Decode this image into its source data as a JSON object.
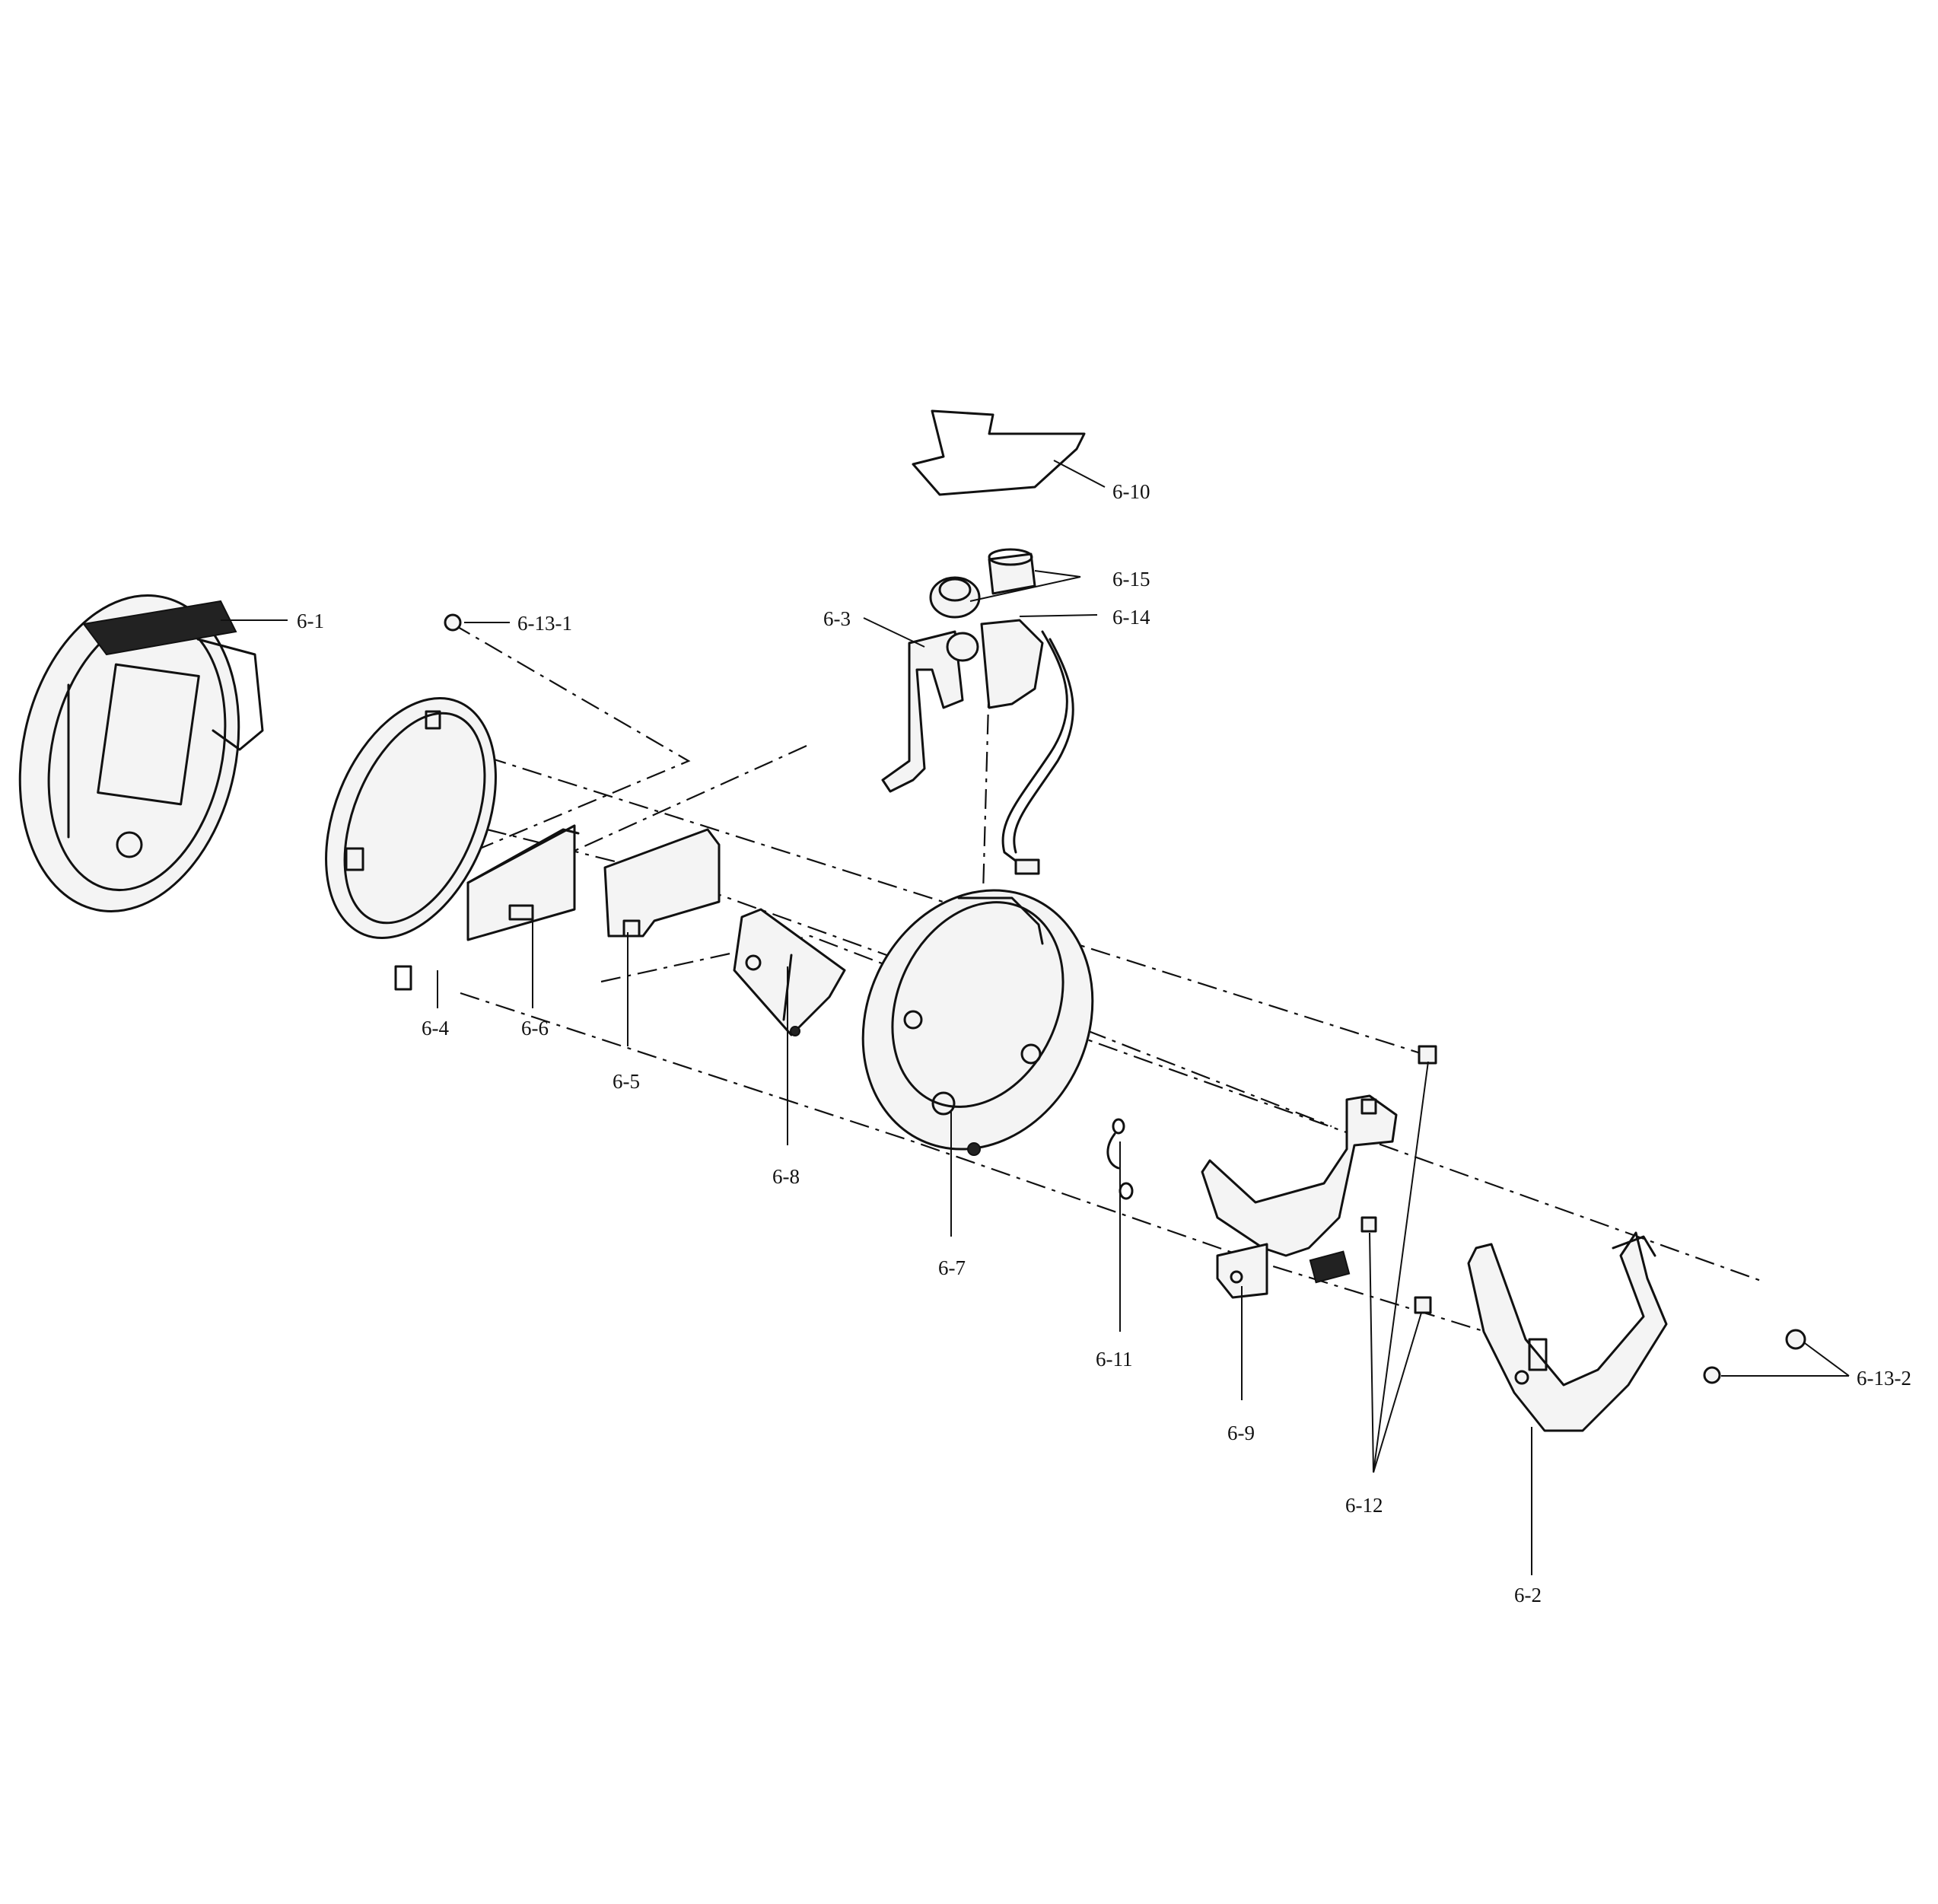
{
  "labels": {
    "p6_1": "6-1",
    "p6_2": "6-2",
    "p6_3": "6-3",
    "p6_4": "6-4",
    "p6_5": "6-5",
    "p6_6": "6-6",
    "p6_7": "6-7",
    "p6_8": "6-8",
    "p6_9": "6-9",
    "p6_10": "6-10",
    "p6_11": "6-11",
    "p6_12": "6-12",
    "p6_13_1": "6-13-1",
    "p6_13_2": "6-13-2",
    "p6_14": "6-14",
    "p6_15": "6-15"
  },
  "colors": {
    "ink": "#111111",
    "paper": "#ffffff"
  }
}
